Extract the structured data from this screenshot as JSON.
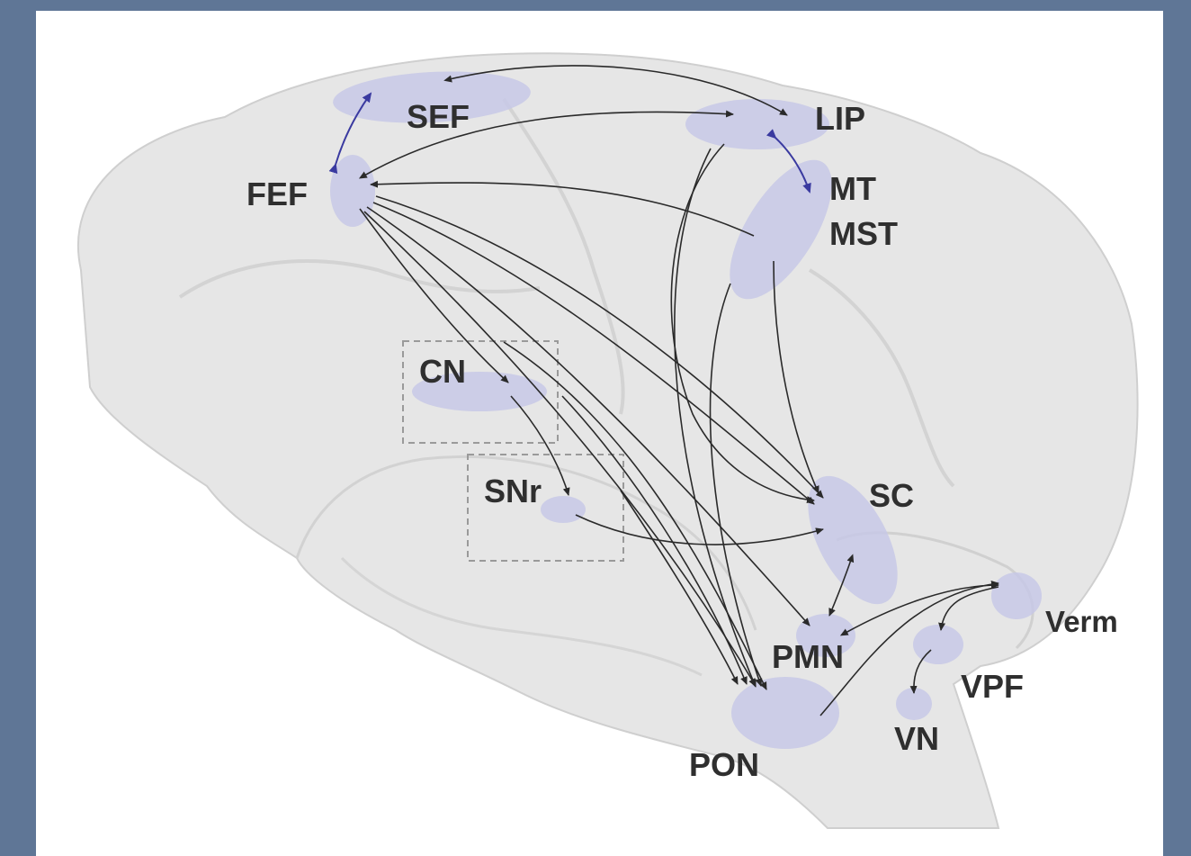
{
  "colors": {
    "frame": "#5f7696",
    "panel": "#ffffff",
    "brain": "#e6e6e6",
    "region": "#c7c8e6",
    "arrow": "#2a2a2a",
    "arrow_blue": "#3a3aa0"
  },
  "labels": {
    "sef": "SEF",
    "lip": "LIP",
    "fef": "FEF",
    "mt": "MT",
    "mst": "MST",
    "cn": "CN",
    "snr": "SNr",
    "sc": "SC",
    "verm": "Verm",
    "pmn": "PMN",
    "vpf": "VPF",
    "vn": "VN",
    "pon": "PON"
  }
}
